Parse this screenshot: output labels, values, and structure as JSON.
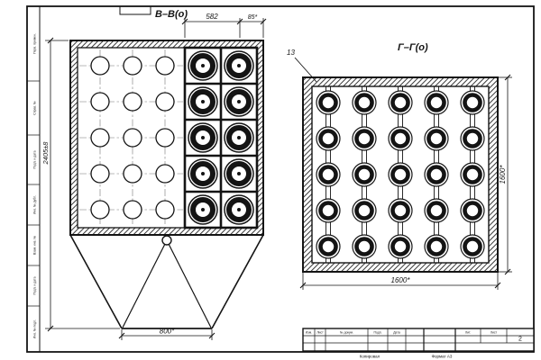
{
  "views": {
    "bb": {
      "label": "В–В(о)",
      "dim_top_main": "582",
      "dim_top_small": "85*",
      "dim_height": "2405±8",
      "dim_bottom": "800*",
      "hole_pattern": {
        "plain_cols": 3,
        "ring_cols": 2,
        "rows": 5
      }
    },
    "gg": {
      "label": "Г–Г(о)",
      "callout": "13",
      "dim_bottom": "1600*",
      "dim_side": "1600*",
      "hole_pattern": {
        "cols": 5,
        "rows": 5
      }
    }
  },
  "frame": {
    "side_labels": [
      "Перв. примен.",
      "Справ. №",
      "Подп. и дата",
      "Инв. № дубл.",
      "Взам. инв. №",
      "Подп. и дата",
      "Инв. № подл."
    ]
  },
  "title_block": {
    "headers": [
      "Изм.",
      "Лист",
      "№ докум.",
      "Подп.",
      "Дата"
    ],
    "lit": "Лит.",
    "sheet": "Лист",
    "sheet_value": "2",
    "copied": "Копировал",
    "format": "Формат А3"
  }
}
